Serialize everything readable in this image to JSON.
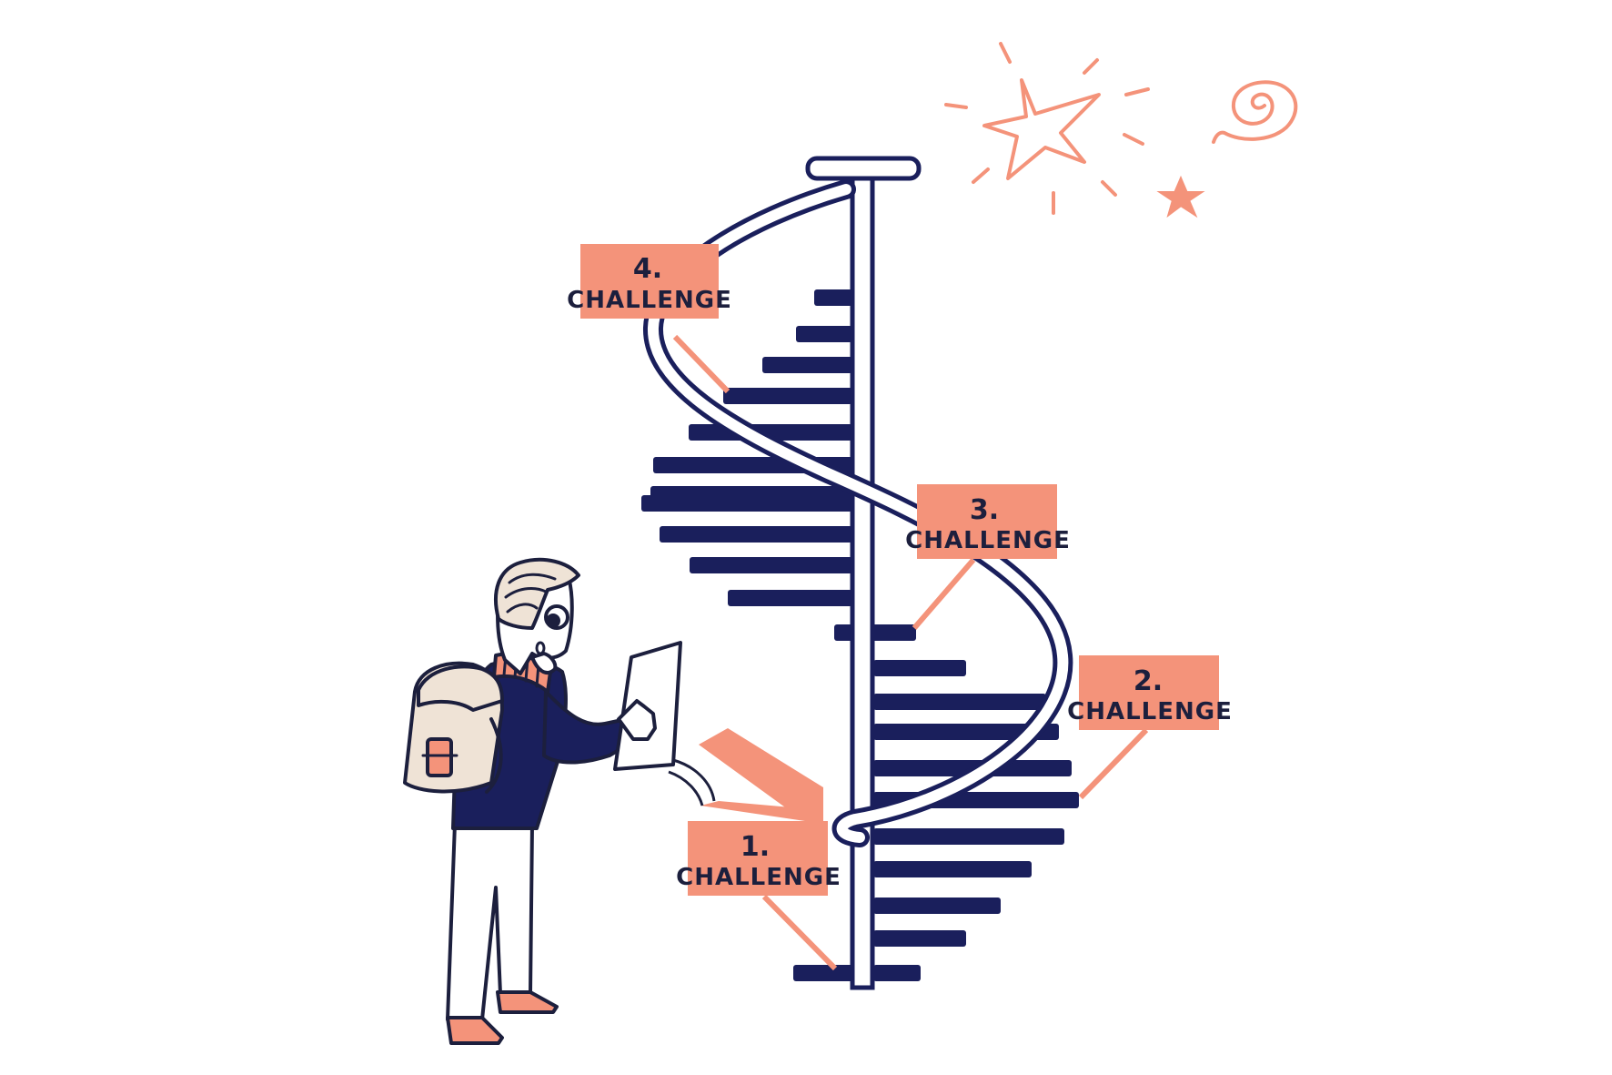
{
  "colors": {
    "navy": "#1a1f5c",
    "salmon": "#f4937a",
    "outline": "#1c1f3d",
    "cream": "#efe3d6"
  },
  "challenges": [
    {
      "number": "1.",
      "label": "CHALLENGE"
    },
    {
      "number": "2.",
      "label": "CHALLENGE"
    },
    {
      "number": "3.",
      "label": "CHALLENGE"
    },
    {
      "number": "4.",
      "label": "CHALLENGE"
    }
  ]
}
